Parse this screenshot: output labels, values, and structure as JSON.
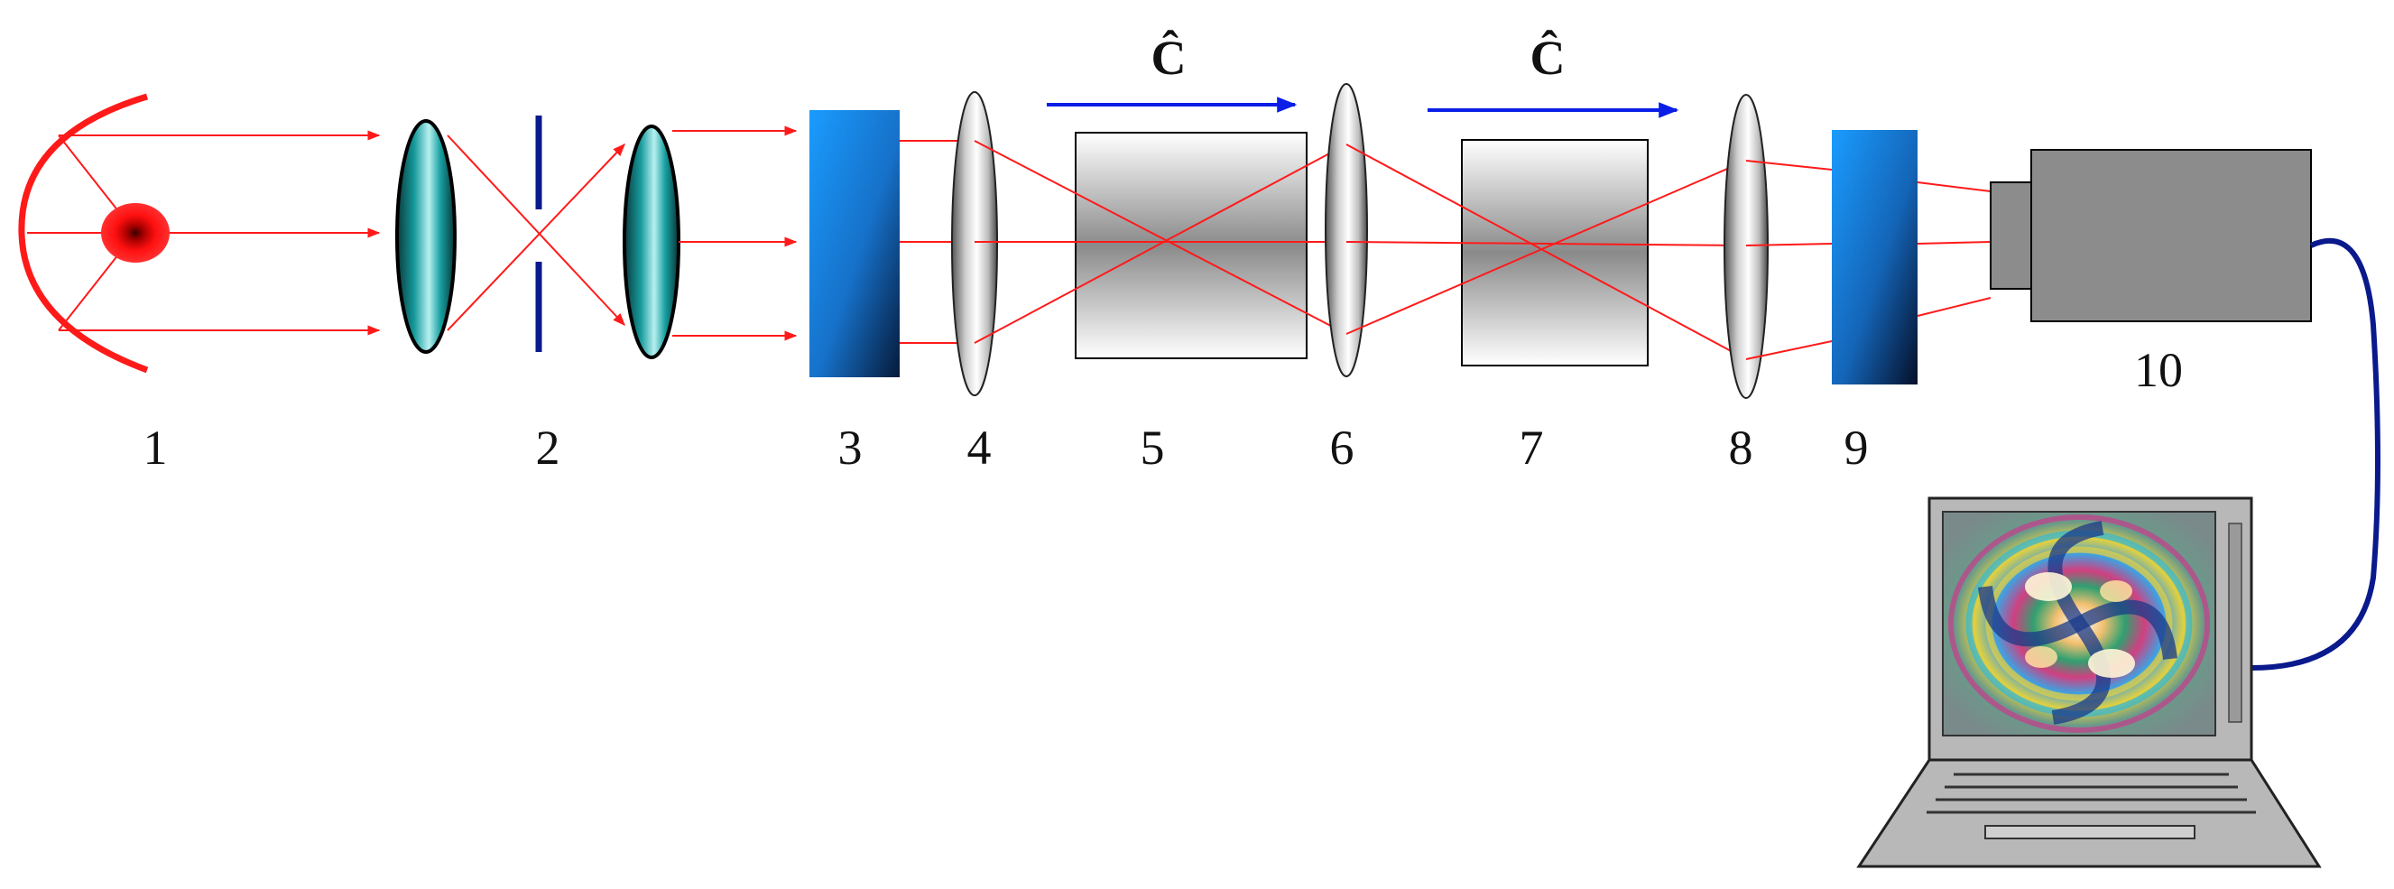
{
  "labels": {
    "l1": "1",
    "l2": "2",
    "l3": "3",
    "l4": "4",
    "l5": "5",
    "l6": "6",
    "l7": "7",
    "l8": "8",
    "l9": "9",
    "l10": "10"
  },
  "axis_arrows": {
    "arrow1_label": "Ĉ",
    "arrow2_label": "Ĉ"
  },
  "colors": {
    "beam": "#ff1a1a",
    "source": "#ee1111",
    "arrow": "#0a1ee6",
    "cable": "#0a1a8c",
    "aperture": "#0a1a8c",
    "filter_blue": "#1a90ff",
    "lens_teal": "#0f8f92",
    "camera_gray": "#8c8c8c"
  },
  "icons": {
    "source": "light-source-with-reflector",
    "collimator": "spatial-filter-lens-pair",
    "camera": "ccd-camera",
    "computer": "laptop-computer"
  }
}
